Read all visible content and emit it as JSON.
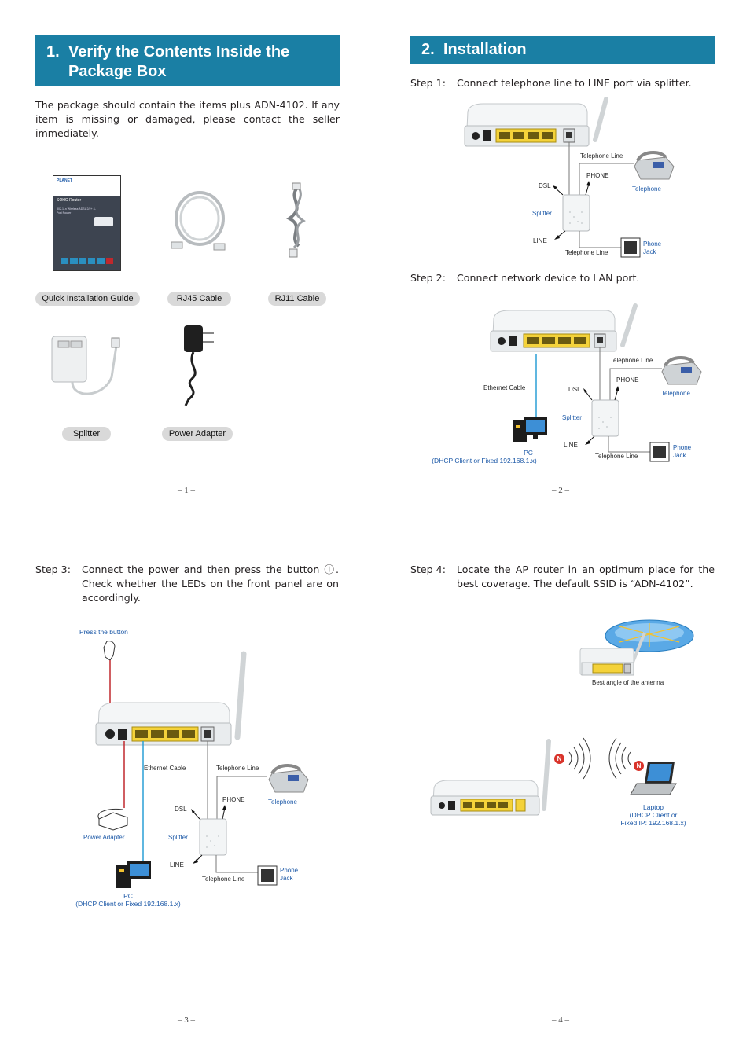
{
  "section1": {
    "number": "1.",
    "title_line1": "Verify the Contents Inside the",
    "title_line2": "Package Box"
  },
  "intro": "The package should contain the items plus ADN-4102. If any item is missing or damaged, please contact the seller immediately.",
  "guide_cover": {
    "brand": "PLANET",
    "title": "SOHO Router",
    "subtitle": "802.11n Wireless ADSL 2/2+ 4-Port Router"
  },
  "items": {
    "qig": "Quick Installation Guide",
    "rj45": "RJ45 Cable",
    "rj11": "RJ11 Cable",
    "splitter": "Splitter",
    "adapter": "Power Adapter"
  },
  "section2": {
    "number": "2.",
    "title": "Installation"
  },
  "steps": {
    "s1_label": "Step 1:",
    "s1_text": "Connect telephone line to LINE port via splitter.",
    "s2_label": "Step 2:",
    "s2_text": "Connect network device to LAN port.",
    "s3_label": "Step 3:",
    "s3_text": "Connect the power and then press the button Ⓘ. Check whether the LEDs on the front panel are on accordingly.",
    "s4_label": "Step 4:",
    "s4_text": "Locate the AP router in an optimum place for the best coverage. The default SSID is “ADN-4102”."
  },
  "labels": {
    "telephone_line": "Telephone Line",
    "phone": "PHONE",
    "telephone": "Telephone",
    "dsl": "DSL",
    "splitter": "Splitter",
    "line": "LINE",
    "phone_jack_1": "Phone",
    "phone_jack_2": "Jack",
    "ethernet_cable": "Ethernet Cable",
    "pc": "PC",
    "pc_note": "(DHCP Client or Fixed 192.168.1.x)",
    "press_button": "Press the button",
    "power_adapter": "Power Adapter",
    "best_angle": "Best angle of the antenna",
    "laptop": "Laptop",
    "laptop_note1": "(DHCP Client or",
    "laptop_note2": "Fixed IP: 192.168.1.x)",
    "n_badge": "N"
  },
  "pages": {
    "p1": "– 1 –",
    "p2": "– 2 –",
    "p3": "– 3 –",
    "p4": "– 4 –"
  },
  "colors": {
    "accent": "#1a7fa4",
    "link_blue": "#1e5aa8",
    "port_yellow": "#f4d23a",
    "cable_red": "#c0282d",
    "cable_blue": "#2a9fd6"
  }
}
